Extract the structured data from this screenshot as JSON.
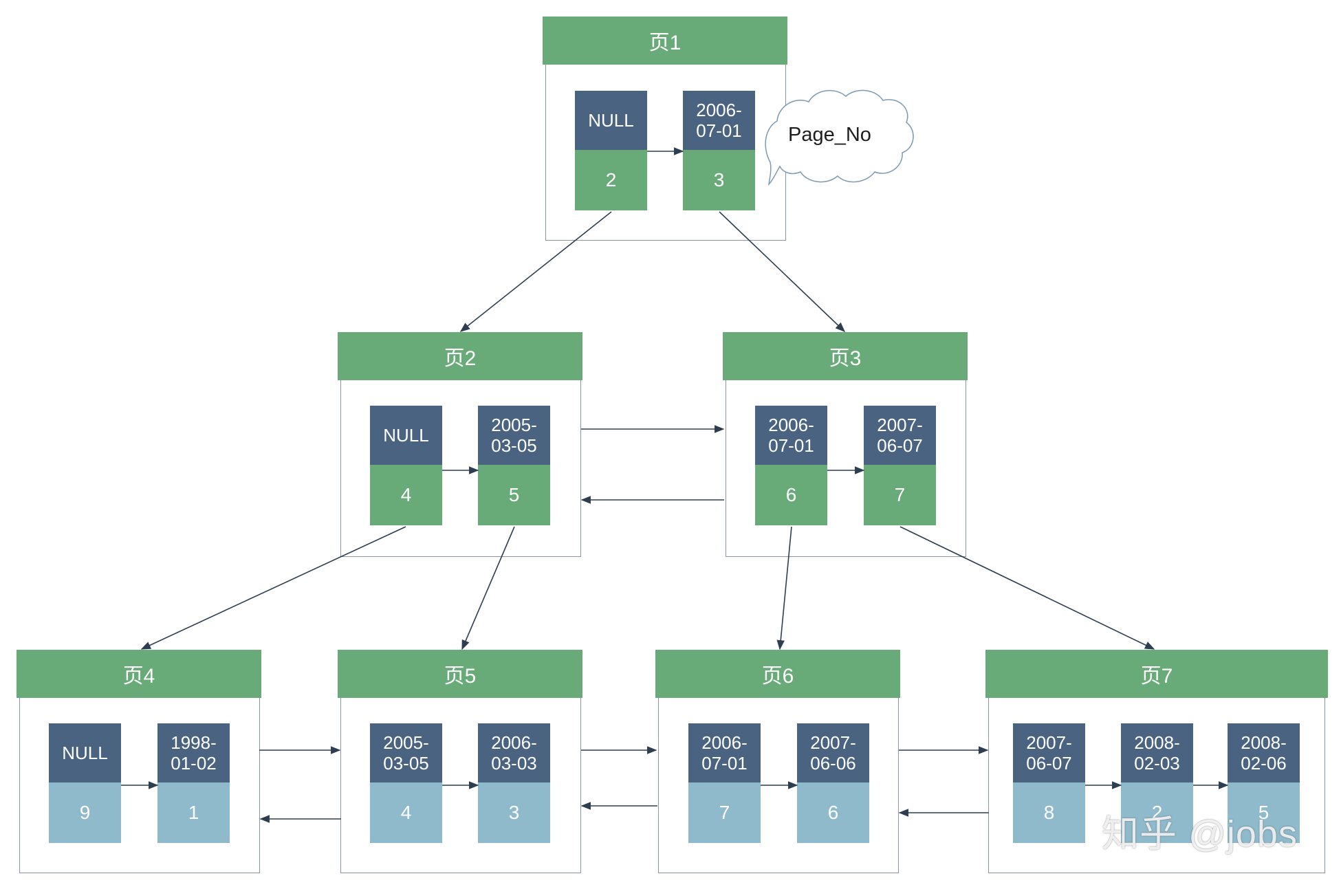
{
  "pages": [
    {
      "id": "p1",
      "title": "页1",
      "type": "internal",
      "records": [
        {
          "key": "NULL",
          "value": "2"
        },
        {
          "key": "2006-\n07-01",
          "value": "3"
        }
      ]
    },
    {
      "id": "p2",
      "title": "页2",
      "type": "internal",
      "records": [
        {
          "key": "NULL",
          "value": "4"
        },
        {
          "key": "2005-\n03-05",
          "value": "5"
        }
      ]
    },
    {
      "id": "p3",
      "title": "页3",
      "type": "internal",
      "records": [
        {
          "key": "2006-\n07-01",
          "value": "6"
        },
        {
          "key": "2007-\n06-07",
          "value": "7"
        }
      ]
    },
    {
      "id": "p4",
      "title": "页4",
      "type": "leaf",
      "records": [
        {
          "key": "NULL",
          "value": "9"
        },
        {
          "key": "1998-\n01-02",
          "value": "1"
        }
      ]
    },
    {
      "id": "p5",
      "title": "页5",
      "type": "leaf",
      "records": [
        {
          "key": "2005-\n03-05",
          "value": "4"
        },
        {
          "key": "2006-\n03-03",
          "value": "3"
        }
      ]
    },
    {
      "id": "p6",
      "title": "页6",
      "type": "leaf",
      "records": [
        {
          "key": "2006-\n07-01",
          "value": "7"
        },
        {
          "key": "2007-\n06-06",
          "value": "6"
        }
      ]
    },
    {
      "id": "p7",
      "title": "页7",
      "type": "leaf",
      "records": [
        {
          "key": "2007-\n06-07",
          "value": "8"
        },
        {
          "key": "2008-\n02-03",
          "value": "2"
        },
        {
          "key": "2008-\n02-06",
          "value": "5"
        }
      ]
    }
  ],
  "callout": {
    "text": "Page_No"
  },
  "watermark": {
    "text": "知乎 @jobs"
  },
  "colors": {
    "header_green": "#68aa78",
    "key_navy": "#4a6380",
    "leaf_value_blue": "#8ebacc",
    "arrow": "#2c3e50",
    "frame_border": "#8a94a6"
  }
}
